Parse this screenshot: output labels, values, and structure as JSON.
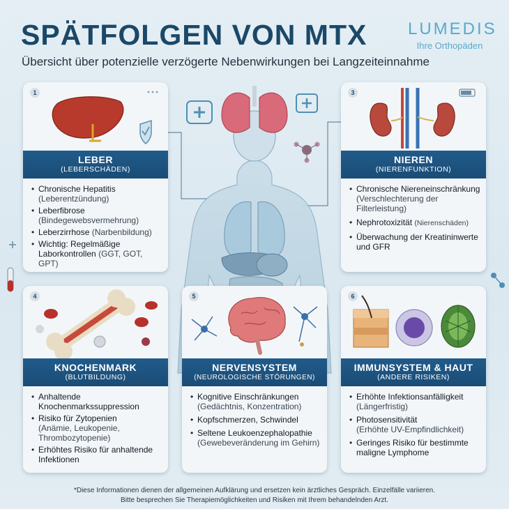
{
  "header": {
    "title": "SPÄTFOLGEN VON MTX",
    "subtitle": "Übersicht über potenzielle verzögerte Nebenwirkungen bei Langzeiteinnahme"
  },
  "brand": {
    "name": "LUMEDIS",
    "tagline": "Ihre Orthopäden"
  },
  "cards": {
    "leber": {
      "number": "1",
      "title": "LEBER",
      "subtitle": "(LEBERSCHÄDEN)",
      "items": [
        {
          "main": "Chronische Hepatitis",
          "detail": "(Leberentzündung)"
        },
        {
          "main": "Leberfibrose",
          "detail": "(Bindegewebsvermehrung)"
        },
        {
          "main": "Leberzirrhose",
          "detail": "(Narbenbildung)"
        },
        {
          "main": "Wichtig: Regelmäßige Laborkontrollen",
          "detail": "(GGT, GOT, GPT)"
        }
      ]
    },
    "nieren": {
      "number": "3",
      "title": "NIEREN",
      "subtitle": "(NIERENFUNKTION)",
      "items": [
        {
          "main": "Chronische Niereneinschränkung",
          "detail": "(Verschlechterung der Filterleistung)"
        },
        {
          "main": "Nephrotoxizität",
          "detail": "(Nierenschäden)"
        },
        {
          "main": "Überwachung der Kreatininwerte und GFR",
          "detail": ""
        }
      ]
    },
    "knochenmark": {
      "number": "4",
      "title": "KNOCHENMARK",
      "subtitle": "(BLUTBILDUNG)",
      "items": [
        {
          "main": "Anhaltende Knochenmarkssuppression",
          "detail": ""
        },
        {
          "main": "Risiko für Zytopenien",
          "detail": "(Anämie, Leukopenie, Thrombozytopenie)"
        },
        {
          "main": "Erhöhtes Risiko für anhaltende Infektionen",
          "detail": ""
        }
      ]
    },
    "nerven": {
      "number": "5",
      "title": "NERVENSYSTEM",
      "subtitle": "(NEUROLOGISCHE STÖRUNGEN)",
      "items": [
        {
          "main": "Kognitive Einschränkungen",
          "detail": "(Gedächtnis, Konzentration)"
        },
        {
          "main": "Kopfschmerzen, Schwindel",
          "detail": ""
        },
        {
          "main": "Seltene Leukoenzephalopathie",
          "detail": "(Gewebeveränderung im Gehirn)"
        }
      ]
    },
    "immun": {
      "number": "6",
      "title": "IMMUNSYSTEM & HAUT",
      "subtitle": "(ANDERE RISIKEN)",
      "items": [
        {
          "main": "Erhöhte Infektionsanfälligkeit",
          "detail": "(Längerfristig)"
        },
        {
          "main": "Photosensitivität",
          "detail": "(Erhöhte UV-Empfindlichkeit)"
        },
        {
          "main": "Geringes Risiko für bestimmte maligne Lymphome",
          "detail": ""
        }
      ]
    }
  },
  "footer": {
    "line1": "*Diese Informationen dienen der allgemeinen Aufklärung und ersetzen kein ärztliches Gespräch. Einzelfälle variieren.",
    "line2": "Bitte besprechen Sie Therapiemöglichkeiten und Risiken mit Ihrem behandelnden Arzt."
  },
  "colors": {
    "title": "#1b4868",
    "band": "#1e5583",
    "brand": "#5aa9c7",
    "background": "#dfeaf1"
  }
}
